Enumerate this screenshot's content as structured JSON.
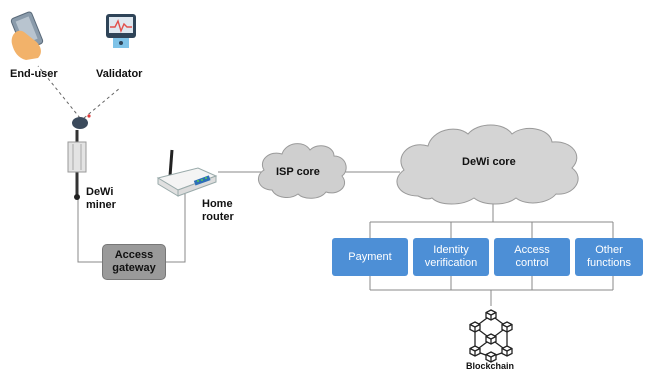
{
  "nodes": {
    "end_user": "End-user",
    "validator": "Validator",
    "dewi_miner": [
      "DeWi",
      "miner"
    ],
    "home_router": [
      "Home",
      "router"
    ],
    "access_gateway": [
      "Access",
      "gateway"
    ],
    "isp_core": "ISP core",
    "dewi_core": "DeWi core",
    "blockchain": "Blockchain"
  },
  "services": [
    {
      "label": [
        "Payment"
      ]
    },
    {
      "label": [
        "Identity",
        "verification"
      ]
    },
    {
      "label": [
        "Access",
        "control"
      ]
    },
    {
      "label": [
        "Other",
        "functions"
      ]
    }
  ],
  "colors": {
    "service_fill": "#4d8fd6",
    "gateway_fill": "#9a9a9a",
    "cloud_fill": "#cfcfcf",
    "line": "#888888"
  }
}
